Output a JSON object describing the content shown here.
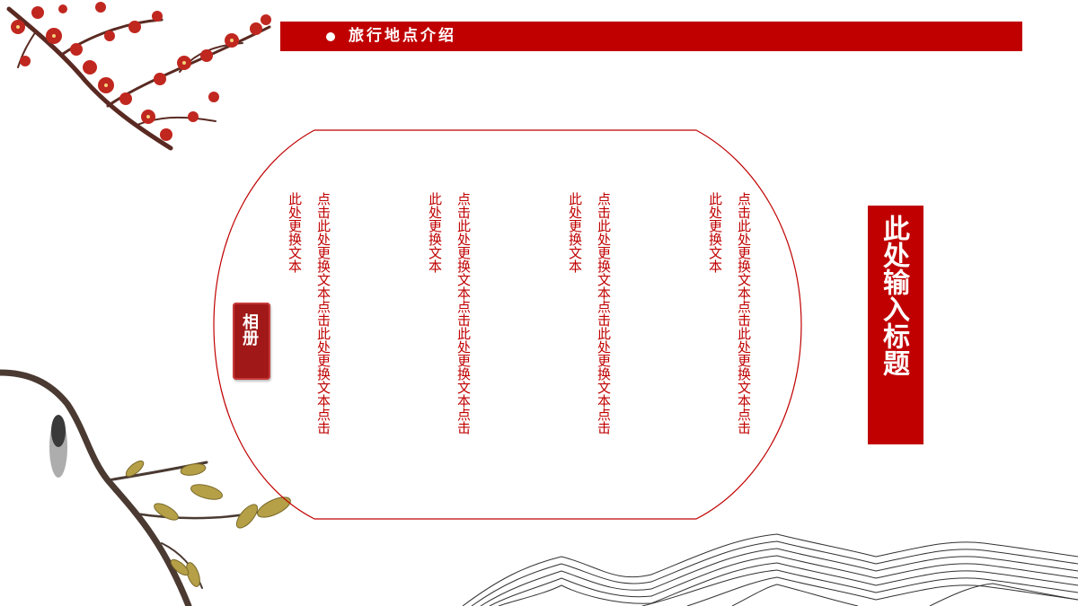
{
  "header": {
    "title": "旅行地点介绍"
  },
  "album": {
    "label": "相册"
  },
  "title_box": {
    "text": "此处输入标题"
  },
  "columns": [
    {
      "main": "点击此处更换文本点击此处更换文本点击",
      "sub": "此处更换文本"
    },
    {
      "main": "点击此处更换文本点击此处更换文本点击",
      "sub": "此处更换文本"
    },
    {
      "main": "点击此处更换文本点击此处更换文本点击",
      "sub": "此处更换文本"
    },
    {
      "main": "点击此处更换文本点击此处更换文本点击",
      "sub": "此处更换文本"
    }
  ],
  "colors": {
    "accent": "#c00000",
    "frame": "#c00000",
    "ink": "#333333"
  },
  "decorations": [
    "plum-blossom-branch",
    "leafy-branch-with-cicada",
    "line-art-mountains"
  ]
}
